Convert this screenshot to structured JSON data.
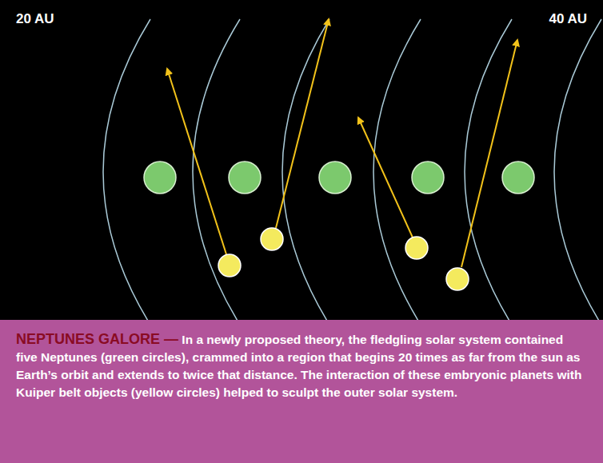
{
  "diagram": {
    "title": "NEPTUNES GALORE —",
    "caption": "In a newly proposed theory, the fledgling solar system contained five Neptunes (green circles), crammed into a region that begins 20 times as far from the sun as Earth’s orbit and extends to twice that distance. The interaction of these embryonic planets with Kuiper belt objects (yellow circles) helped to sculpt the outer solar system.",
    "labels": [
      "20 AU",
      "40 AU"
    ]
  }
}
